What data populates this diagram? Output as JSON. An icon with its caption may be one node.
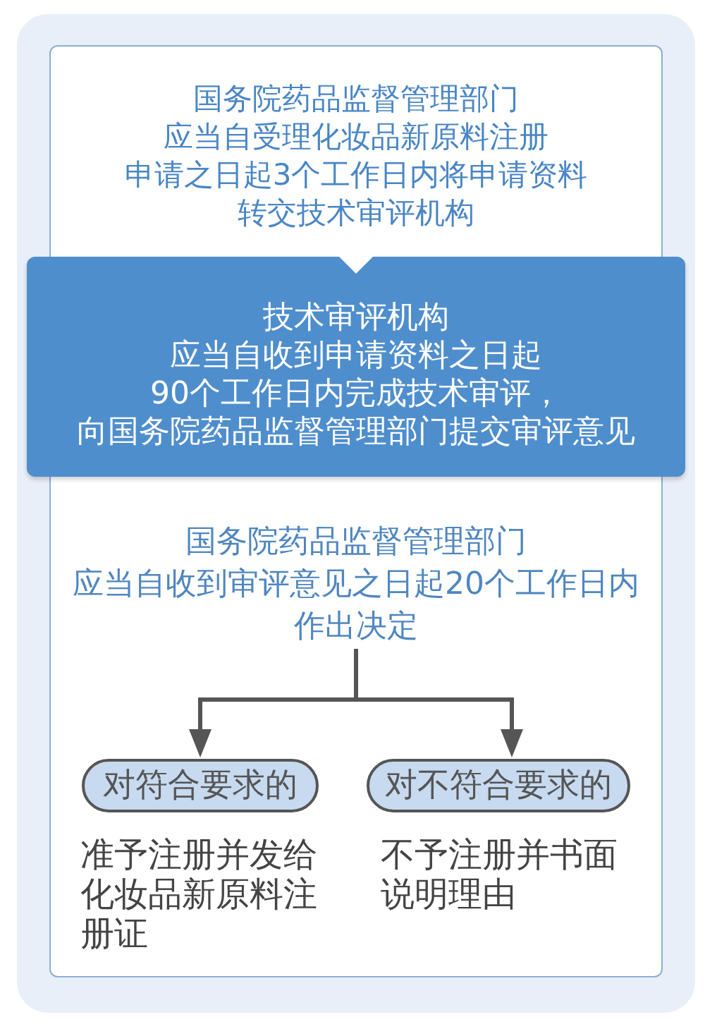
{
  "diagram": {
    "nodes": [
      {
        "text": [
          "国务院药品监督管理部门应当自受理化妆品新原料注册申请之日起3个工作日内将申请资料转交技术审评机构"
        ]
      },
      {
        "text": [
          "技术审评机构应当自收到申请资料之日起90个工作日内完成技术审评，向国务院药品监督管理部门提交审评意见"
        ]
      },
      {
        "text": [
          "国务院药品监督管理部门应当自收到审评意见之日起20个工作日内作出决定"
        ]
      },
      {
        "text": [
          "对符合要求的"
        ],
        "beside": [
          "准予注册并发给化妆品新原料注册证"
        ]
      },
      {
        "text": [
          "对不符合要求的"
        ],
        "beside": [
          "不予注册并书面说明理由"
        ]
      }
    ],
    "edges": [
      {
        "from": 0,
        "to": 1,
        "arrow": "to"
      },
      {
        "from": 2,
        "to": 3,
        "arrow": "to"
      },
      {
        "from": 2,
        "to": 4,
        "arrow": "to"
      }
    ]
  }
}
